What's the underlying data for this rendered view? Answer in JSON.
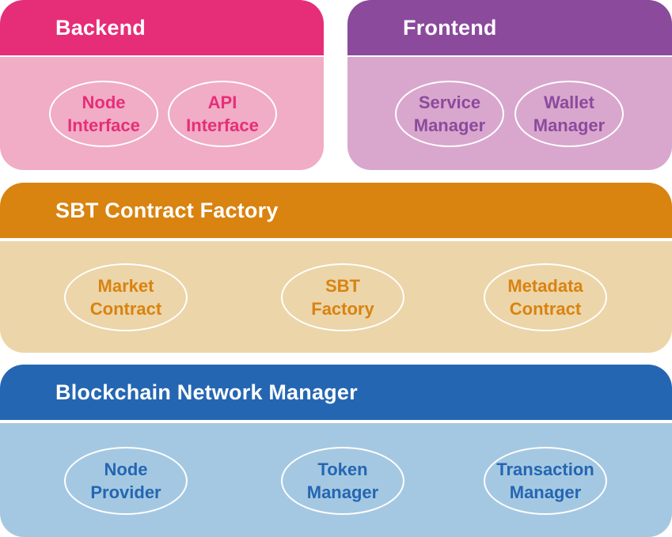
{
  "backend": {
    "title": "Backend",
    "items": [
      {
        "line1": "Node",
        "line2": "Interface"
      },
      {
        "line1": "API",
        "line2": "Interface"
      }
    ]
  },
  "frontend": {
    "title": "Frontend",
    "items": [
      {
        "line1": "Service",
        "line2": "Manager"
      },
      {
        "line1": "Wallet",
        "line2": "Manager"
      }
    ]
  },
  "sbt_factory": {
    "title": "SBT Contract Factory",
    "items": [
      {
        "line1": "Market",
        "line2": "Contract"
      },
      {
        "line1": "SBT",
        "line2": "Factory"
      },
      {
        "line1": "Metadata",
        "line2": "Contract"
      }
    ]
  },
  "network_manager": {
    "title": "Blockchain Network Manager",
    "items": [
      {
        "line1": "Node",
        "line2": "Provider"
      },
      {
        "line1": "Token",
        "line2": "Manager"
      },
      {
        "line1": "Transaction",
        "line2": "Manager"
      }
    ]
  },
  "colors": {
    "backend_header": "#e62e78",
    "backend_body": "#f1acc6",
    "frontend_header": "#8b4a9c",
    "frontend_body": "#d9a7cd",
    "sbt_header": "#d98310",
    "sbt_body": "#ecd5a9",
    "network_header": "#2466b2",
    "network_body": "#a5c8e2"
  }
}
